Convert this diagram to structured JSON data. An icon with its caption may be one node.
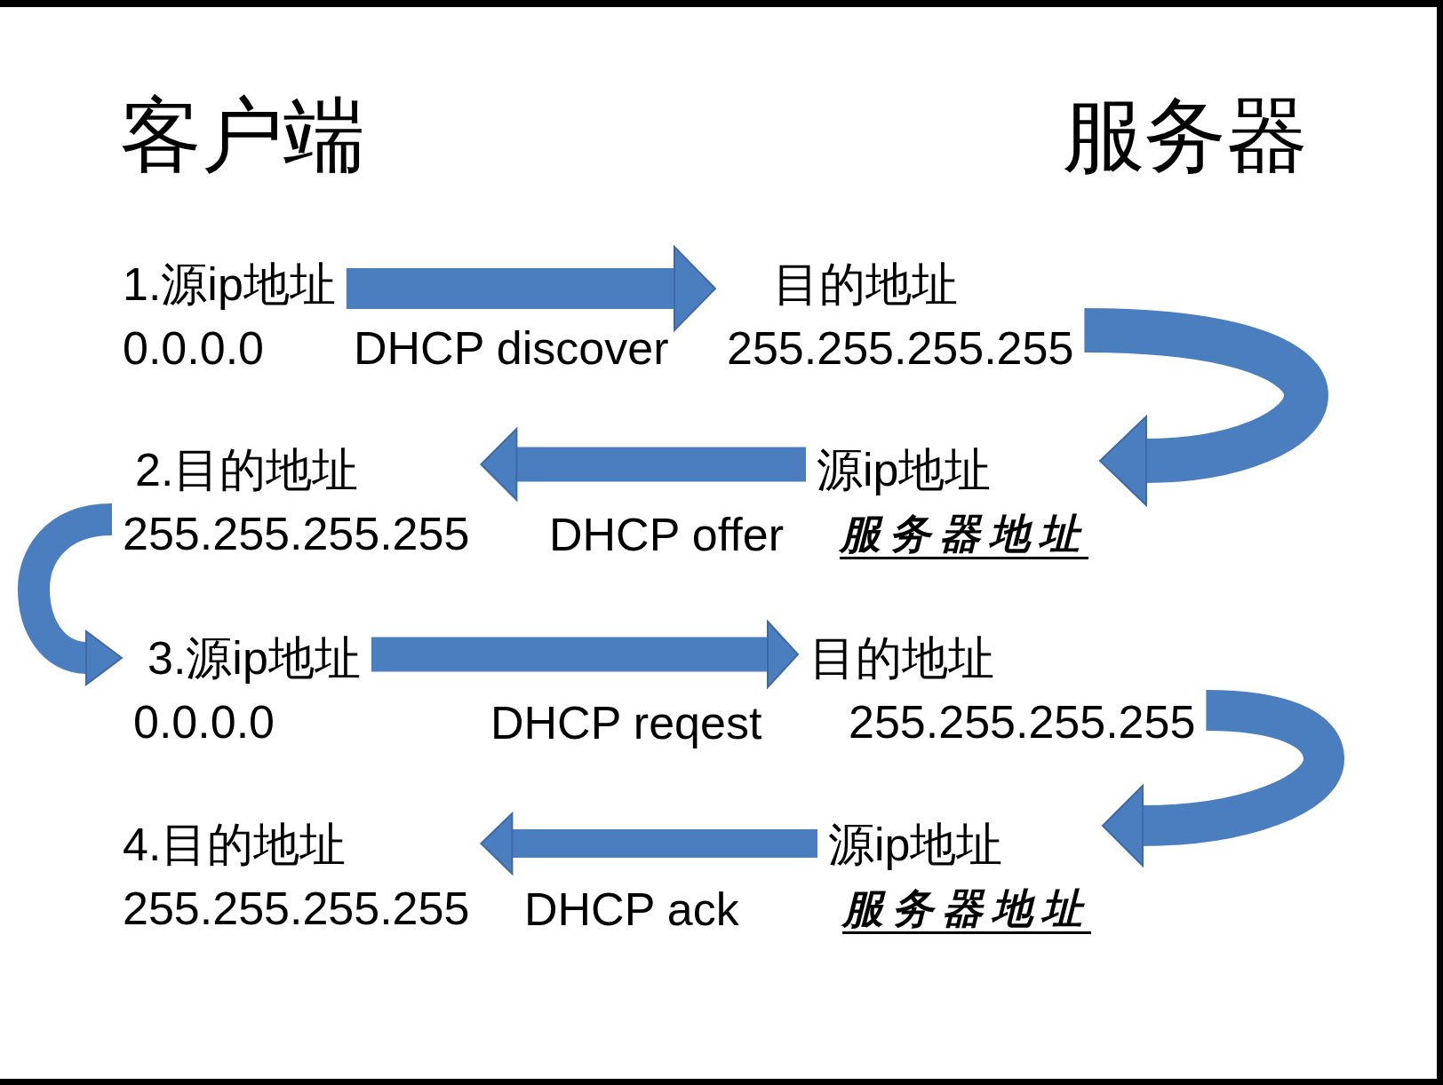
{
  "diagram": {
    "nodes": [
      {
        "text": [
          "1.源ip地址",
          "0.0.0.0"
        ]
      },
      {
        "text": [
          "目的地址",
          "255.255.255.255"
        ]
      },
      {
        "text": [
          "2.目的地址",
          "255.255.255.255"
        ]
      },
      {
        "text": [
          "源ip地址",
          "服务器地址"
        ]
      },
      {
        "text": [
          "3.源ip地址",
          "0.0.0.0"
        ]
      },
      {
        "text": [
          "目的地址",
          "255.255.255.255"
        ]
      },
      {
        "text": [
          "4.目的地址",
          "255.255.255.255"
        ]
      },
      {
        "text": [
          "源ip地址",
          "服务器地址"
        ]
      }
    ],
    "edges": [
      {
        "from": 0,
        "to": 1,
        "arrow": "to",
        "label": "DHCP discover"
      },
      {
        "from": 1,
        "to": 3,
        "arrow": "to"
      },
      {
        "from": 3,
        "to": 2,
        "arrow": "to",
        "label": "DHCP offer"
      },
      {
        "from": 2,
        "to": 4,
        "arrow": "to"
      },
      {
        "from": 4,
        "to": 5,
        "arrow": "to",
        "label": "DHCP reqest"
      },
      {
        "from": 5,
        "to": 7,
        "arrow": "to"
      },
      {
        "from": 7,
        "to": 6,
        "arrow": "to",
        "label": "DHCP ack"
      }
    ],
    "labels": [
      "客户端",
      "服务器"
    ]
  }
}
